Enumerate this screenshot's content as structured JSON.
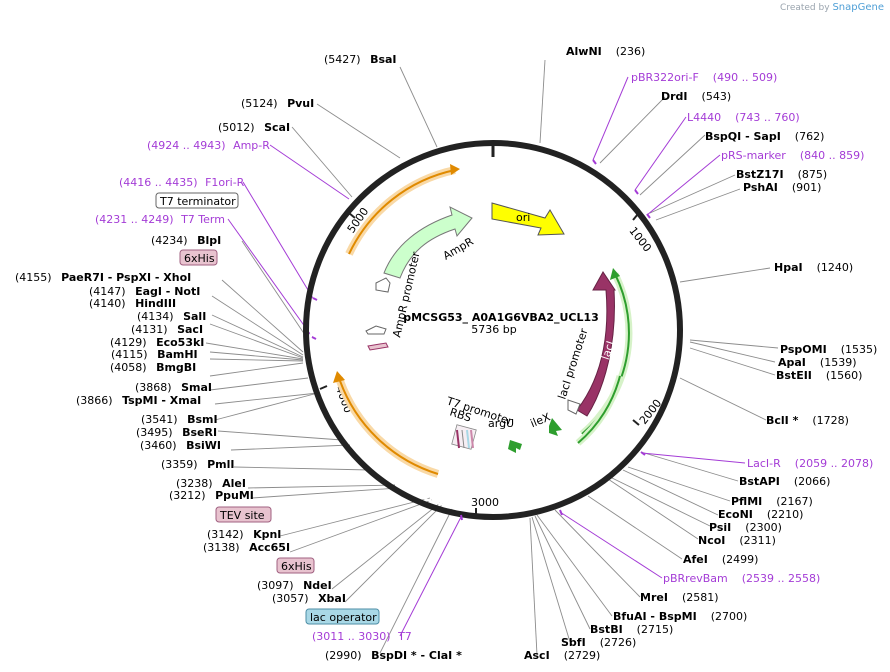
{
  "credit": {
    "prefix": "Created by",
    "brand": "SnapGene"
  },
  "plasmid": {
    "name": "pMCSG53_ A0A1G6VBA2_UCL13",
    "length": "5736 bp"
  },
  "ticks": [
    "1000",
    "2000",
    "3000",
    "4000",
    "5000"
  ],
  "features": {
    "ori": "ori",
    "ampr": "AmpR",
    "ampr_promoter": "AmpR promoter",
    "laci": "lacI",
    "laci_promoter": "lacI promoter",
    "t7_promoter": "T7 promoter",
    "rbs": "RBS",
    "argu": "argU",
    "ilex": "ileX"
  },
  "labels": {
    "bsai": {
      "pos": "(5427)",
      "name": "BsaI"
    },
    "pvui": {
      "pos": "(5124)",
      "name": "PvuI"
    },
    "scai": {
      "pos": "(5012)",
      "name": "ScaI"
    },
    "ampr_primer": {
      "pos": "(4924 .. 4943)",
      "name": "Amp-R"
    },
    "f1ori": {
      "pos": "(4416 .. 4435)",
      "name": "F1ori-R"
    },
    "t7term_box": "T7 terminator",
    "t7term_primer": {
      "pos": "(4231 .. 4249)",
      "name": "T7 Term"
    },
    "blpi": {
      "pos": "(4234)",
      "name": "BlpI"
    },
    "his1": "6xHis",
    "paer7i": {
      "pos": "(4155)",
      "name": "PaeR7I - PspXI - XhoI"
    },
    "eagi": {
      "pos": "(4147)",
      "name": "EagI - NotI"
    },
    "hindiii": {
      "pos": "(4140)",
      "name": "HindIII"
    },
    "sali": {
      "pos": "(4134)",
      "name": "SalI"
    },
    "saci": {
      "pos": "(4131)",
      "name": "SacI"
    },
    "eco53ki": {
      "pos": "(4129)",
      "name": "Eco53kI"
    },
    "bamhi": {
      "pos": "(4115)",
      "name": "BamHI"
    },
    "bmgbi": {
      "pos": "(4058)",
      "name": "BmgBI"
    },
    "smai": {
      "pos": "(3868)",
      "name": "SmaI"
    },
    "tspmi": {
      "pos": "(3866)",
      "name": "TspMI - XmaI"
    },
    "bsmi": {
      "pos": "(3541)",
      "name": "BsmI"
    },
    "bseri": {
      "pos": "(3495)",
      "name": "BseRI"
    },
    "bsiwi": {
      "pos": "(3460)",
      "name": "BsiWI"
    },
    "pmli": {
      "pos": "(3359)",
      "name": "PmlI"
    },
    "alei": {
      "pos": "(3238)",
      "name": "AleI"
    },
    "ppumi": {
      "pos": "(3212)",
      "name": "PpuMI"
    },
    "tev": "TEV site",
    "kpni": {
      "pos": "(3142)",
      "name": "KpnI"
    },
    "acc65i": {
      "pos": "(3138)",
      "name": "Acc65I"
    },
    "his2": "6xHis",
    "ndei": {
      "pos": "(3097)",
      "name": "NdeI"
    },
    "xbai": {
      "pos": "(3057)",
      "name": "XbaI"
    },
    "lacop": "lac operator",
    "t7_primer": {
      "pos": "(3011 .. 3030)",
      "name": "T7"
    },
    "bspdi": {
      "pos": "(2990)",
      "name": "BspDI * - ClaI *"
    },
    "alwni": {
      "name": "AlwNI",
      "pos": "(236)"
    },
    "pbr322": {
      "name": "pBR322ori-F",
      "pos": "(490 .. 509)"
    },
    "drdi": {
      "name": "DrdI",
      "pos": "(543)"
    },
    "l4440": {
      "name": "L4440",
      "pos": "(743 .. 760)"
    },
    "bspqi": {
      "name": "BspQI - SapI",
      "pos": "(762)"
    },
    "prs": {
      "name": "pRS-marker",
      "pos": "(840 .. 859)"
    },
    "bstz17i": {
      "name": "BstZ17I",
      "pos": "(875)"
    },
    "pshai": {
      "name": "PshAI",
      "pos": "(901)"
    },
    "hpai": {
      "name": "HpaI",
      "pos": "(1240)"
    },
    "pspomi": {
      "name": "PspOMI",
      "pos": "(1535)"
    },
    "apai": {
      "name": "ApaI",
      "pos": "(1539)"
    },
    "bsteii": {
      "name": "BstEII",
      "pos": "(1560)"
    },
    "bcli": {
      "name": "BclI *",
      "pos": "(1728)"
    },
    "lacir": {
      "name": "LacI-R",
      "pos": "(2059 .. 2078)"
    },
    "bstapi": {
      "name": "BstAPI",
      "pos": "(2066)"
    },
    "pflmi": {
      "name": "PflMI",
      "pos": "(2167)"
    },
    "econi": {
      "name": "EcoNI",
      "pos": "(2210)"
    },
    "psii": {
      "name": "PsiI",
      "pos": "(2300)"
    },
    "ncoi": {
      "name": "NcoI",
      "pos": "(2311)"
    },
    "afei": {
      "name": "AfeI",
      "pos": "(2499)"
    },
    "pbrrev": {
      "name": "pBRrevBam",
      "pos": "(2539 .. 2558)"
    },
    "mrei": {
      "name": "MreI",
      "pos": "(2581)"
    },
    "bfuai": {
      "name": "BfuAI - BspMI",
      "pos": "(2700)"
    },
    "bstbi": {
      "name": "BstBI",
      "pos": "(2715)"
    },
    "sbfi": {
      "name": "SbfI",
      "pos": "(2726)"
    },
    "asci": {
      "name": "AscI",
      "pos": "(2729)"
    }
  },
  "colors": {
    "backbone": "#222222",
    "enzyme_line": "#8c8c8c",
    "primer": "#a43cd6",
    "ori": "#ffff00",
    "ampr": "#ccffcc",
    "laci": "#993366",
    "orange": "#e08a00",
    "green": "#2e9e2e",
    "tag": "#e8c3cf",
    "lacop": "#a9d8e6"
  }
}
